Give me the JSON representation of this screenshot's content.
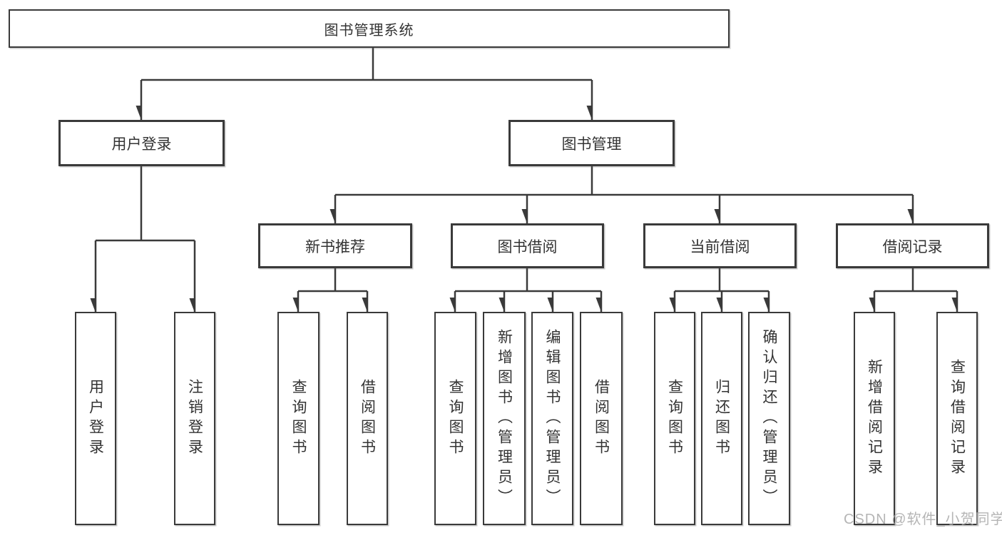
{
  "diagram": {
    "root": {
      "label": "图书管理系统"
    },
    "branches": [
      {
        "label": "用户登录",
        "leaves": [
          {
            "label": "用户登录"
          },
          {
            "label": "注销登录"
          }
        ]
      },
      {
        "label": "图书管理",
        "sections": [
          {
            "label": "新书推荐",
            "leaves": [
              {
                "label": "查询图书"
              },
              {
                "label": "借阅图书"
              }
            ]
          },
          {
            "label": "图书借阅",
            "leaves": [
              {
                "label": "查询图书"
              },
              {
                "label": "新增图书（管理员）"
              },
              {
                "label": "编辑图书（管理员）"
              },
              {
                "label": "借阅图书"
              }
            ]
          },
          {
            "label": "当前借阅",
            "leaves": [
              {
                "label": "查询图书"
              },
              {
                "label": "归还图书"
              },
              {
                "label": "确认归还（管理员）"
              }
            ]
          },
          {
            "label": "借阅记录",
            "leaves": [
              {
                "label": "新增借阅记录"
              },
              {
                "label": "查询借阅记录"
              }
            ]
          }
        ]
      }
    ]
  },
  "watermark": {
    "text": "CSDN @软件_小贺同学"
  },
  "colors": {
    "line": "#3a3a3a",
    "text": "#333333",
    "watermark": "#a8a8a8",
    "background": "#ffffff"
  }
}
